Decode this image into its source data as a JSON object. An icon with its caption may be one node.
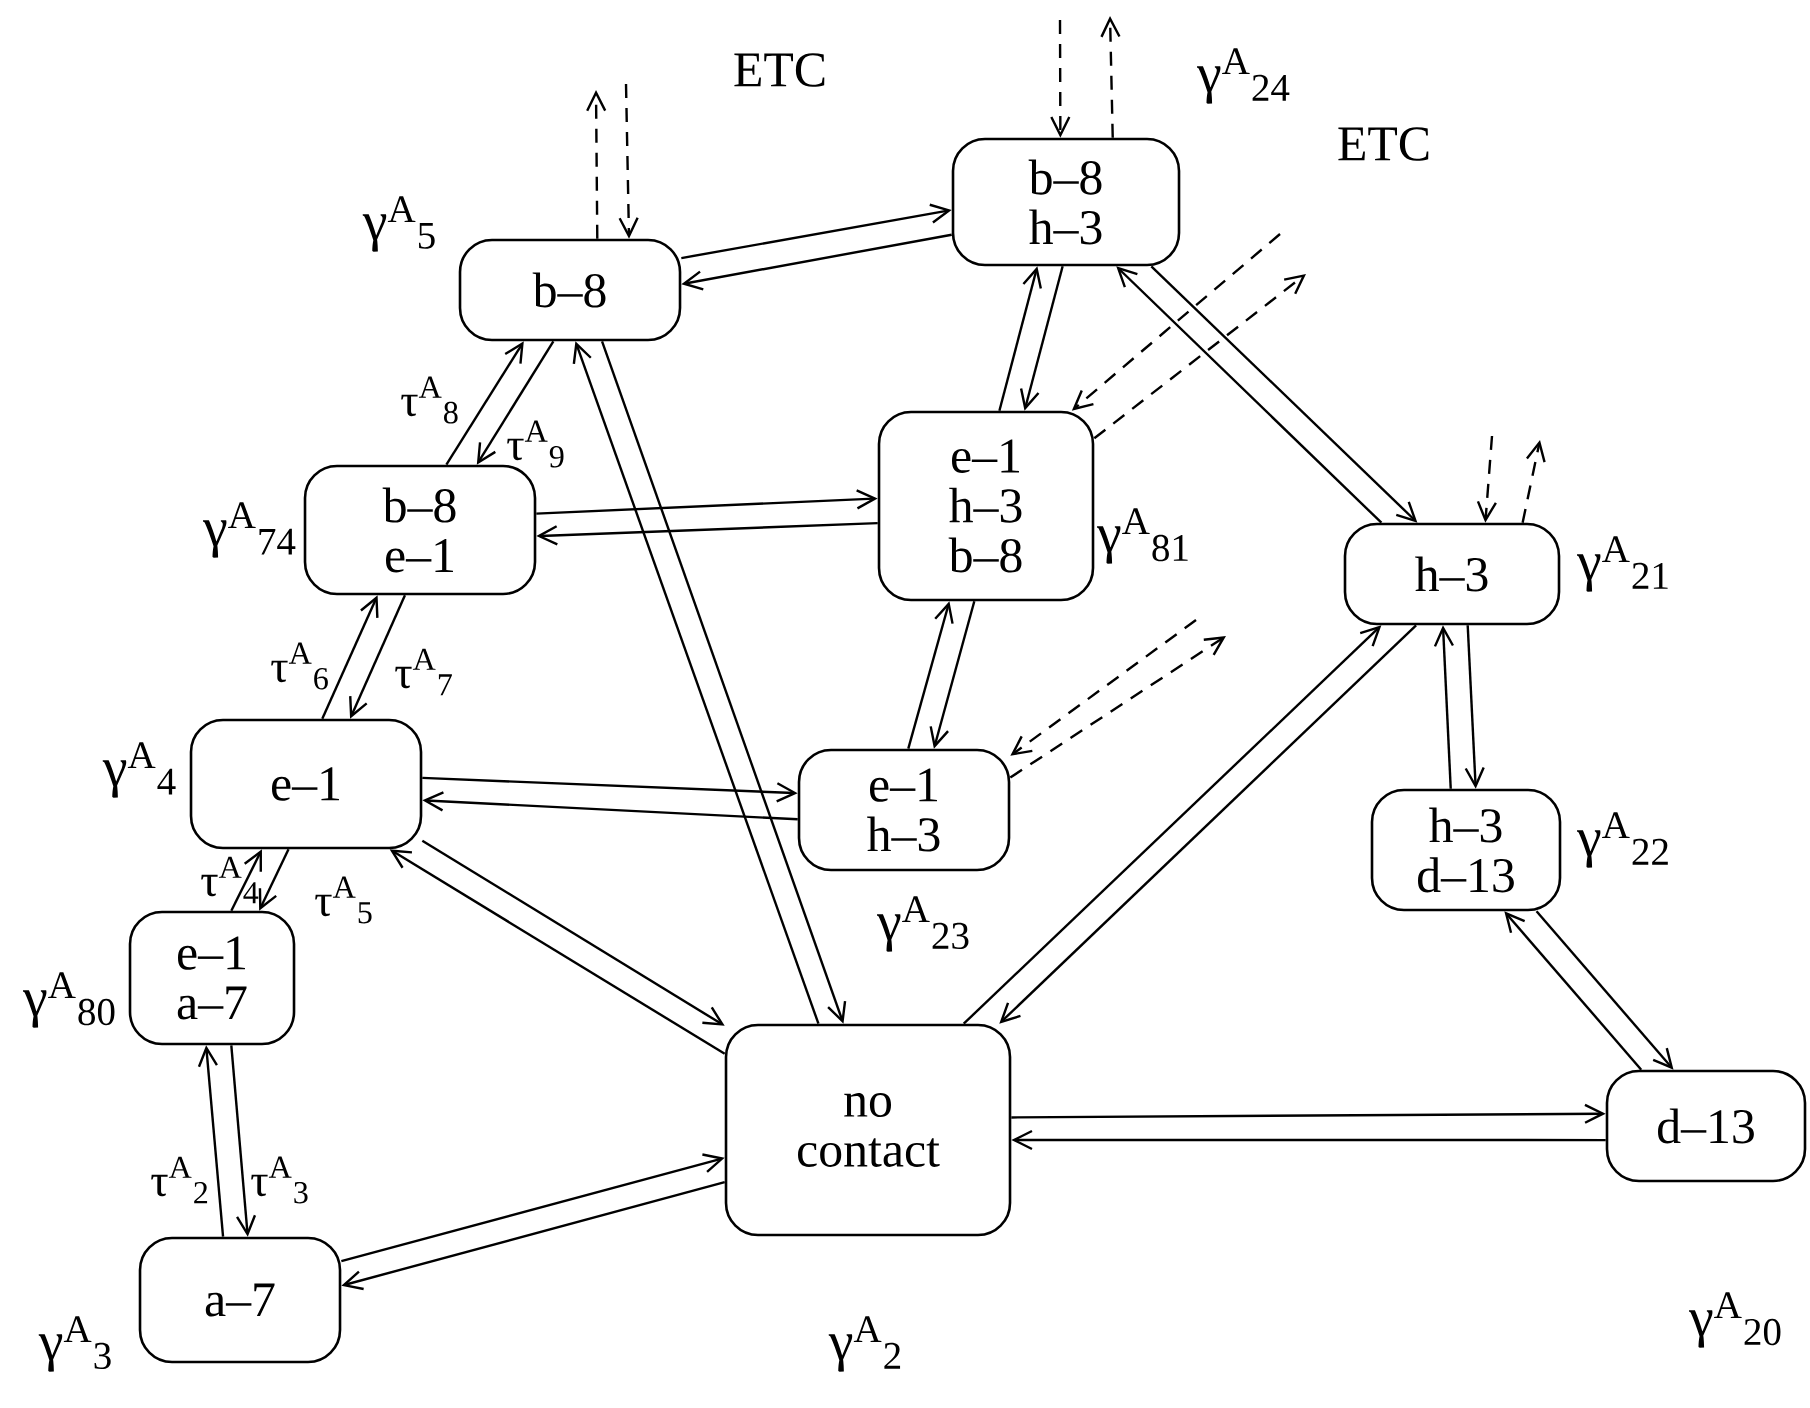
{
  "diagram": {
    "nodes": [
      {
        "text": [
          "b–8"
        ],
        "beside": [
          "γ$^{A}$$_{5}$"
        ]
      },
      {
        "text": [
          "b–8",
          "h–3"
        ],
        "beside": [
          "γ$^{A}$$_{24}$"
        ]
      },
      {
        "text": [
          "b–8",
          "e–1"
        ],
        "beside": [
          "γ$^{A}$$_{74}$"
        ]
      },
      {
        "text": [
          "e–1",
          "h–3",
          "b–8"
        ],
        "beside": [
          "γ$^{A}$$_{81}$"
        ]
      },
      {
        "text": [
          "h–3"
        ],
        "beside": [
          "γ$^{A}$$_{21}$"
        ]
      },
      {
        "text": [
          "e–1"
        ],
        "beside": [
          "γ$^{A}$$_{4}$"
        ]
      },
      {
        "text": [
          "e–1",
          "h–3"
        ],
        "beside": [
          "γ$^{A}$$_{23}$"
        ]
      },
      {
        "text": [
          "h–3",
          "d–13"
        ],
        "beside": [
          "γ$^{A}$$_{22}$"
        ]
      },
      {
        "text": [
          "e–1",
          "a–7"
        ],
        "beside": [
          "γ$^{A}$$_{80}$"
        ]
      },
      {
        "text": [
          "no contact"
        ],
        "beside": [
          "γ$^{A}$$_{2}$"
        ]
      },
      {
        "text": [
          "d–13"
        ],
        "beside": [
          "γ$^{A}$$_{20}$"
        ]
      },
      {
        "text": [
          "a–7"
        ],
        "beside": [
          "γ$^{A}$$_{3}$"
        ]
      }
    ],
    "edges": [
      {
        "from": 0,
        "to": 1,
        "arrow": "to"
      },
      {
        "from": 1,
        "to": 0,
        "arrow": "to"
      },
      {
        "from": 1,
        "to": 3,
        "arrow": "to"
      },
      {
        "from": 3,
        "to": 1,
        "arrow": "to"
      },
      {
        "from": 1,
        "to": 4,
        "arrow": "to"
      },
      {
        "from": 4,
        "to": 1,
        "arrow": "to"
      },
      {
        "from": 2,
        "to": 0,
        "arrow": "to",
        "label": "τ$^{A}$$_{8}$"
      },
      {
        "from": 0,
        "to": 2,
        "arrow": "to",
        "label": "τ$^{A}$$_{9}$"
      },
      {
        "from": 0,
        "to": 9,
        "arrow": "to"
      },
      {
        "from": 9,
        "to": 0,
        "arrow": "to"
      },
      {
        "from": 2,
        "to": 3,
        "arrow": "to"
      },
      {
        "from": 3,
        "to": 2,
        "arrow": "to"
      },
      {
        "from": 5,
        "to": 2,
        "arrow": "to",
        "label": "τ$^{A}$$_{6}$"
      },
      {
        "from": 2,
        "to": 5,
        "arrow": "to",
        "label": "τ$^{A}$$_{7}$"
      },
      {
        "from": 3,
        "to": 6,
        "arrow": "to"
      },
      {
        "from": 6,
        "to": 3,
        "arrow": "to"
      },
      {
        "from": 6,
        "to": 5,
        "arrow": "to"
      },
      {
        "from": 5,
        "to": 6,
        "arrow": "to"
      },
      {
        "from": 8,
        "to": 5,
        "arrow": "to",
        "label": "τ$^{A}$$_{4}$"
      },
      {
        "from": 5,
        "to": 8,
        "arrow": "to",
        "label": "τ$^{A}$$_{5}$"
      },
      {
        "from": 5,
        "to": 9,
        "arrow": "to"
      },
      {
        "from": 9,
        "to": 5,
        "arrow": "to"
      },
      {
        "from": 11,
        "to": 8,
        "arrow": "to",
        "label": "τ$^{A}$$_{2}$"
      },
      {
        "from": 8,
        "to": 11,
        "arrow": "to",
        "label": "τ$^{A}$$_{3}$"
      },
      {
        "from": 11,
        "to": 9,
        "arrow": "to"
      },
      {
        "from": 9,
        "to": 11,
        "arrow": "to"
      },
      {
        "from": 9,
        "to": 4,
        "arrow": "to"
      },
      {
        "from": 4,
        "to": 9,
        "arrow": "to"
      },
      {
        "from": 4,
        "to": 7,
        "arrow": "to"
      },
      {
        "from": 7,
        "to": 4,
        "arrow": "to"
      },
      {
        "from": 7,
        "to": 10,
        "arrow": "to"
      },
      {
        "from": 10,
        "to": 7,
        "arrow": "to"
      },
      {
        "from": 9,
        "to": 10,
        "arrow": "to"
      },
      {
        "from": 10,
        "to": 9,
        "arrow": "to"
      },
      {
        "from": 0,
        "to": null,
        "arrow": "to",
        "style": "dashed"
      },
      {
        "from": null,
        "to": 0,
        "arrow": "to",
        "style": "dashed"
      },
      {
        "from": null,
        "to": 1,
        "arrow": "to",
        "style": "dashed"
      },
      {
        "from": 1,
        "to": null,
        "arrow": "to",
        "style": "dashed"
      },
      {
        "from": null,
        "to": 3,
        "arrow": "to",
        "style": "dashed"
      },
      {
        "from": 3,
        "to": null,
        "arrow": "to",
        "style": "dashed"
      },
      {
        "from": null,
        "to": 6,
        "arrow": "to",
        "style": "dashed"
      },
      {
        "from": 6,
        "to": null,
        "arrow": "to",
        "style": "dashed"
      },
      {
        "from": null,
        "to": 4,
        "arrow": "to",
        "style": "dashed"
      },
      {
        "from": 4,
        "to": null,
        "arrow": "to",
        "style": "dashed"
      }
    ],
    "labels": [
      "ETC",
      "ETC"
    ]
  }
}
